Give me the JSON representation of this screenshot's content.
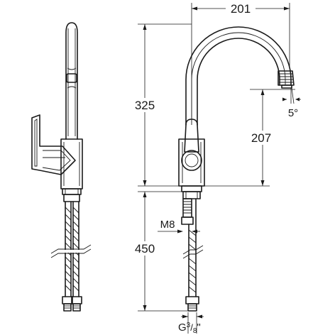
{
  "dimensions": {
    "width_201": "201",
    "height_325": "325",
    "height_207": "207",
    "height_450": "450",
    "angle": "5°",
    "thread_m8": "M8",
    "thread_g_main": "G",
    "thread_g_num": "3",
    "thread_g_den": "8",
    "thread_g_quote": "\""
  }
}
